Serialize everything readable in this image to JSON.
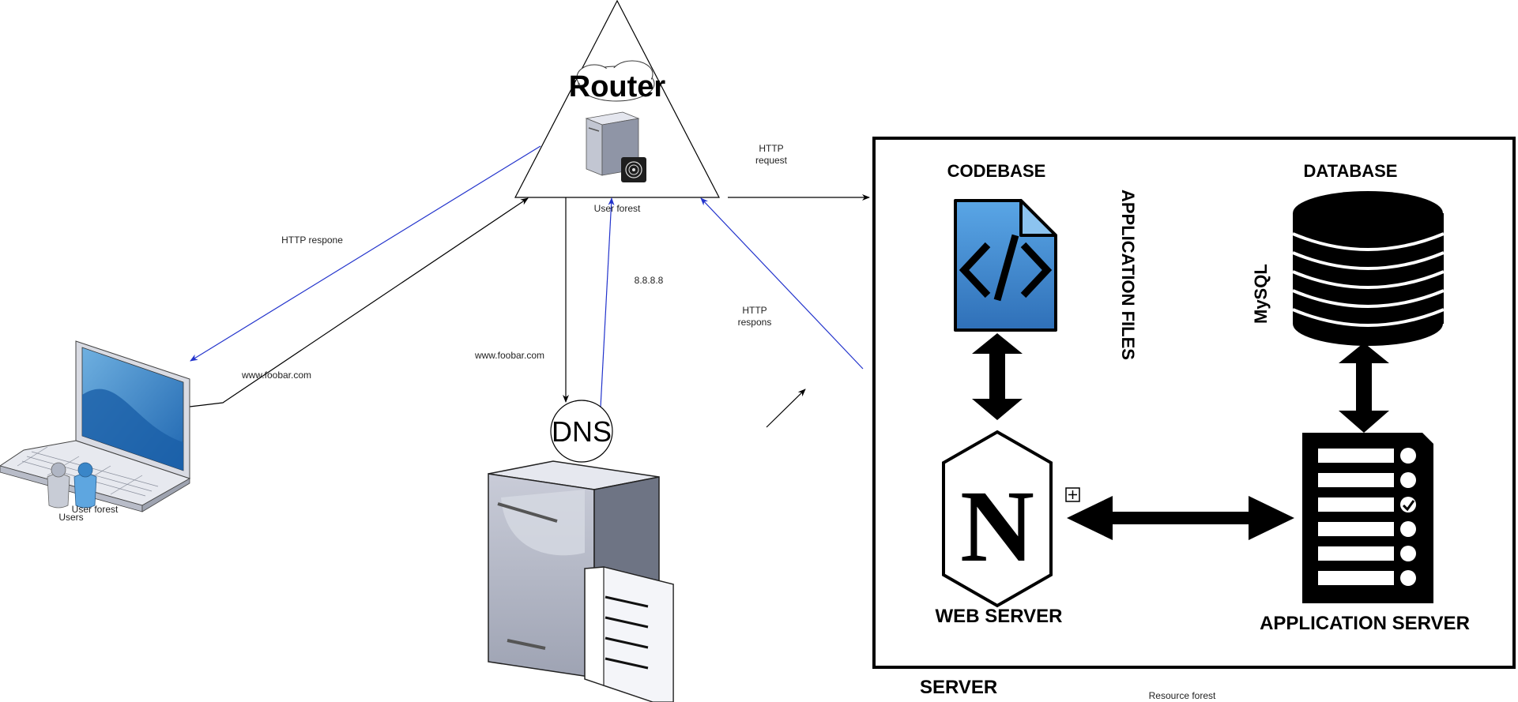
{
  "router": {
    "label": "Router",
    "sublabel": "User forest"
  },
  "dns": {
    "label": "DNS"
  },
  "users": {
    "sublabel": "User forest",
    "label": "Users"
  },
  "edges": {
    "http_response_left": "HTTP respone",
    "www_foobar_left": "www.foobar.com",
    "www_foobar_dns": "www.foobar.com",
    "dns_ip": "8.8.8.8",
    "http_request_l1": "HTTP",
    "http_request_l2": "request",
    "http_response_right_l1": "HTTP",
    "http_response_right_l2": "respons"
  },
  "server": {
    "label": "SERVER",
    "resource_label": "Resource forest",
    "codebase": "CODEBASE",
    "database": "DATABASE",
    "app_files": "APPLICATION FILES",
    "mysql": "MySQL",
    "web_server": "WEB SERVER",
    "app_server": "APPLICATION SERVER",
    "nginx_glyph": "N"
  },
  "colors": {
    "link_blue": "#2233cc",
    "link_black": "#000000",
    "doc_blue": "#3a86c8"
  }
}
